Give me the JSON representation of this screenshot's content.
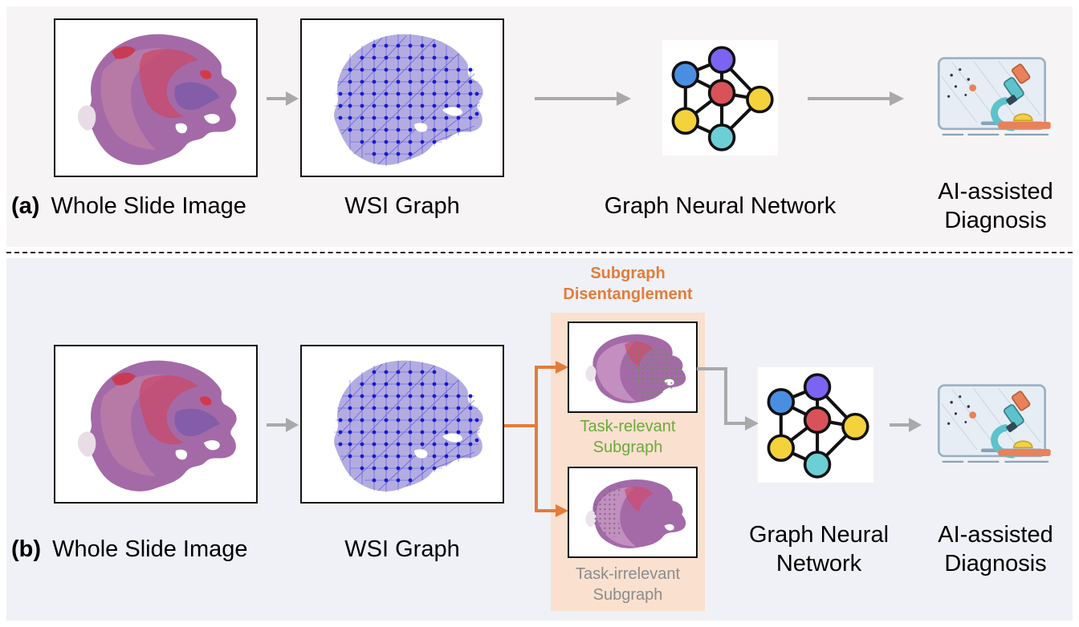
{
  "panel_a": {
    "tag": "(a)",
    "wsi_label": "Whole Slide Image",
    "graph_label": "WSI Graph",
    "gnn_label": "Graph Neural Network",
    "diagnosis_label_line1": "AI-assisted",
    "diagnosis_label_line2": "Diagnosis"
  },
  "panel_b": {
    "tag": "(b)",
    "wsi_label": "Whole Slide Image",
    "graph_label": "WSI Graph",
    "disentangle_title_line1": "Subgraph",
    "disentangle_title_line2": "Disentanglement",
    "relevant_line1": "Task-relevant",
    "relevant_line2": "Subgraph",
    "irrelevant_line1": "Task-irrelevant",
    "irrelevant_line2": "Subgraph",
    "gnn_label_line1": "Graph Neural",
    "gnn_label_line2": "Network",
    "diagnosis_label_line1": "AI-assisted",
    "diagnosis_label_line2": "Diagnosis"
  },
  "colors": {
    "orange": "#e27c3a",
    "green": "#6aaa3a",
    "gray_text": "#8c8c8c",
    "arrow_gray": "#a9a9a9",
    "graph_blue": "#2b2bd6",
    "tissue": "#9a5a9e"
  },
  "icons": {
    "gnn": "neural-network-icon",
    "diagnosis": "microscope-monitor-icon"
  }
}
